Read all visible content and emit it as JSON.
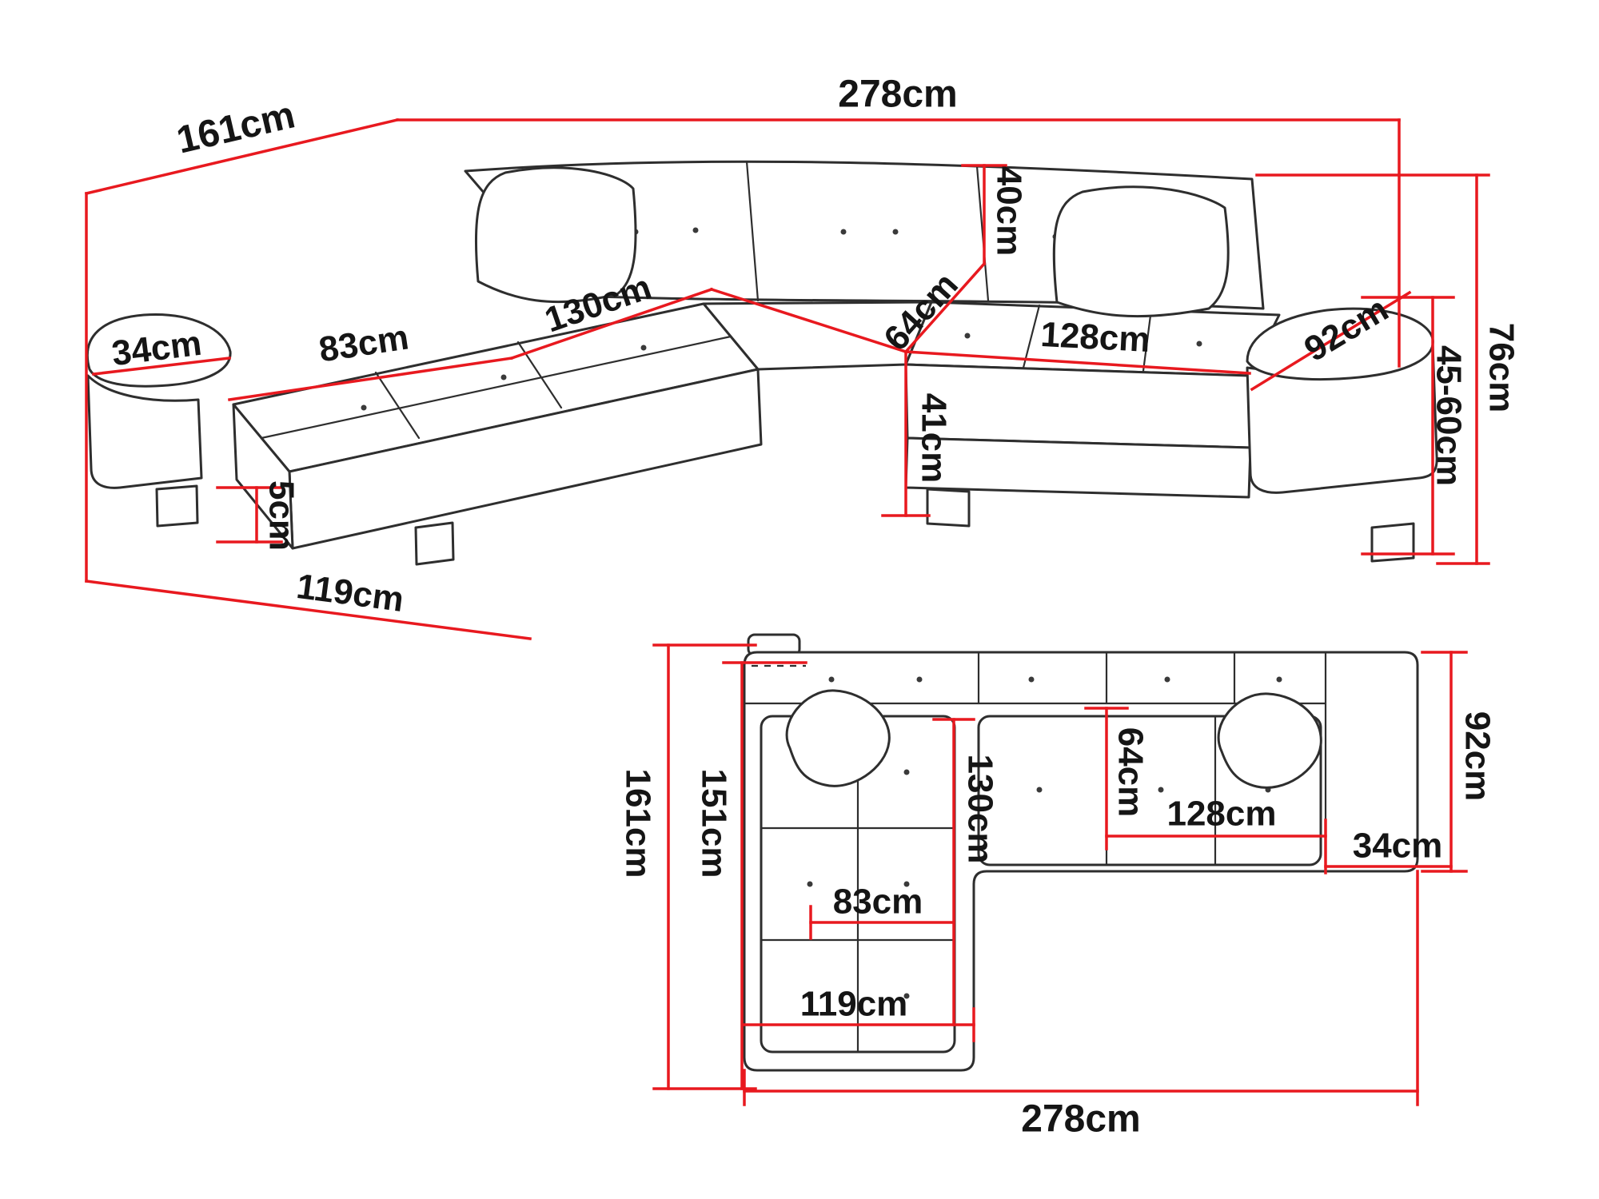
{
  "colors": {
    "dim_line": "#e8191f",
    "sketch_outline": "#2e2e2e",
    "label_text": "#151515",
    "background": "#ffffff"
  },
  "unit": "cm",
  "perspective": {
    "labels": {
      "total_width": "278cm",
      "total_depth": "161cm",
      "chaise_front_width": "119cm",
      "armrest_top_width": "34cm",
      "chaise_seat_width": "83cm",
      "chaise_seat_length": "130cm",
      "backrest_height": "40cm",
      "seat_depth": "64cm",
      "seat_width": "128cm",
      "armrest_length": "92cm",
      "total_height": "76cm",
      "armrest_height": "45-60cm",
      "seat_height": "41cm",
      "foot_height": "5cm"
    }
  },
  "plan": {
    "labels": {
      "total_depth": "161cm",
      "inner_depth": "151cm",
      "armrest_depth": "92cm",
      "seat_depth": "64cm",
      "chaise_length": "130cm",
      "seat_width": "128cm",
      "armrest_width": "34cm",
      "chaise_seat_width": "83cm",
      "chaise_width": "119cm",
      "total_width": "278cm"
    }
  }
}
